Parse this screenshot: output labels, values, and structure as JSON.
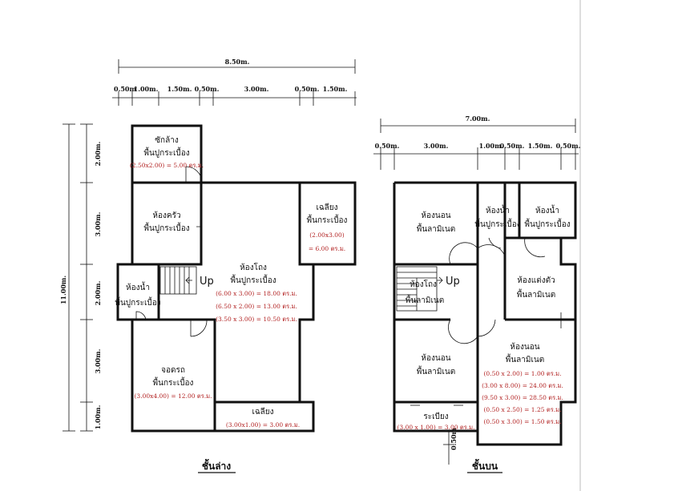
{
  "ground": {
    "caption": "ชั้นล่าง",
    "dims_top_total": "8.50m.",
    "dims_top": [
      "0.50m",
      "1.00m.",
      "1.50m.",
      "0.50m.",
      "3.00m.",
      "0.50m.",
      "1.50m."
    ],
    "dims_left_total": "11.00m.",
    "dims_left": [
      "2.00m.",
      "3.00m.",
      "2.00m.",
      "3.00m.",
      "1.00m."
    ],
    "rooms": {
      "laundry": {
        "name": "ซักล้าง",
        "floor": "พื้นปูกระเบื้อง",
        "area": "(2.50x2.00) = 5.00 ตร.ม."
      },
      "kitchen": {
        "name": "ห้องครัว",
        "floor": "พื้นปูกระเบื้อง"
      },
      "bath": {
        "name": "ห้องน้ำ",
        "floor": "พื้นปูกระเบื้อง"
      },
      "living": {
        "name": "ห้องโถง",
        "floor": "พื้นปูกระเบื้อง",
        "areas": [
          "(6.00 x 3.00) = 18.00 ตร.ม.",
          "(6.50 x 2.00) = 13.00 ตร.ม.",
          "(3.50 x 3.00) = 10.50 ตร.ม."
        ]
      },
      "porch_right": {
        "name": "เฉลียง",
        "floor": "พื้นกระเบื้อง",
        "area1": "(2.00x3.00)",
        "area2": "= 6.00 ตร.ม."
      },
      "carport": {
        "name": "จอดรถ",
        "floor": "พื้นกระเบื้อง",
        "area": "(3.00x4.00) = 12.00 ตร.ม."
      },
      "porch_bottom": {
        "name": "เฉลียง",
        "area": "(3.00x1.00) = 3.00 ตร.ม."
      }
    },
    "stair_label": "Up"
  },
  "upper": {
    "caption": "ชั้นบน",
    "dims_top_total": "7.00m.",
    "dims_top": [
      "0.50m.",
      "3.00m.",
      "1.00m.",
      "0.50m.",
      "1.50m.",
      "0.50m."
    ],
    "dim_bottom": "0.50m",
    "rooms": {
      "bed1": {
        "name": "ห้องนอน",
        "floor": "พื้นลามิเนต"
      },
      "bath1": {
        "name": "ห้องน้ำ",
        "floor": "พื้นปูกระเบื้อง"
      },
      "bath2": {
        "name": "ห้องน้ำ",
        "floor": "พื้นปูกระเบื้อง"
      },
      "hall": {
        "name": "ห้องโถง",
        "floor": "พื้นลามิเนต"
      },
      "dressing": {
        "name": "ห้องแต่งตัว",
        "floor": "พื้นลามิเนต"
      },
      "bed2": {
        "name": "ห้องนอน",
        "floor": "พื้นลามิเนต"
      },
      "bed3": {
        "name": "ห้องนอน",
        "floor": "พื้นลามิเนต",
        "areas": [
          "(0.50 x 2.00) = 1.00 ตร.ม.",
          "(3.00 x 8.00) = 24.00 ตร.ม.",
          "(9.50 x 3.00) = 28.50 ตร.ม.",
          "(0.50 x 2.50) = 1.25 ตร.ม.",
          "(0.50 x 3.00) = 1.50 ตร.ม."
        ]
      },
      "balcony": {
        "name": "ระเบียง",
        "area": "(3.00 x 1.00) = 3.00 ตร.ม."
      }
    },
    "stair_label": "Up"
  }
}
